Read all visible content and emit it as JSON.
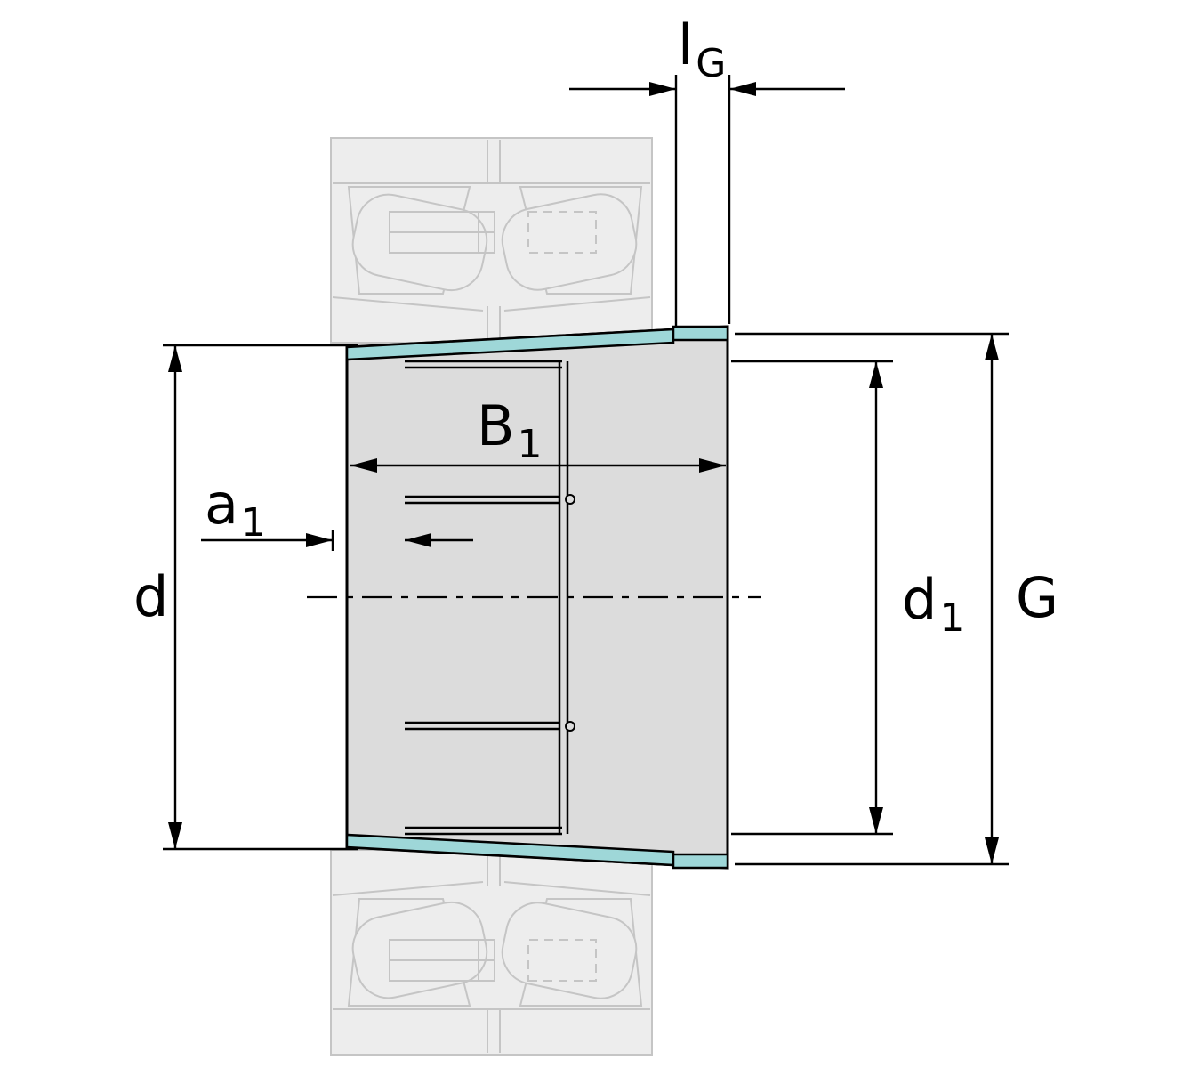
{
  "labels": {
    "l_G": {
      "main": "l",
      "sub": "G"
    },
    "B_1": {
      "main": "B",
      "sub": "1"
    },
    "a_1": {
      "main": "a",
      "sub": "1"
    },
    "d": {
      "main": "d",
      "sub": ""
    },
    "d_1": {
      "main": "d",
      "sub": "1"
    },
    "G": {
      "main": "G",
      "sub": ""
    }
  },
  "colors": {
    "taper_teal": "#9ed7d8",
    "sleeve_fill": "#dcdcdc",
    "ghost_fill": "#ededed",
    "ghost_line": "#c5c5c5",
    "line_black": "#000000"
  }
}
